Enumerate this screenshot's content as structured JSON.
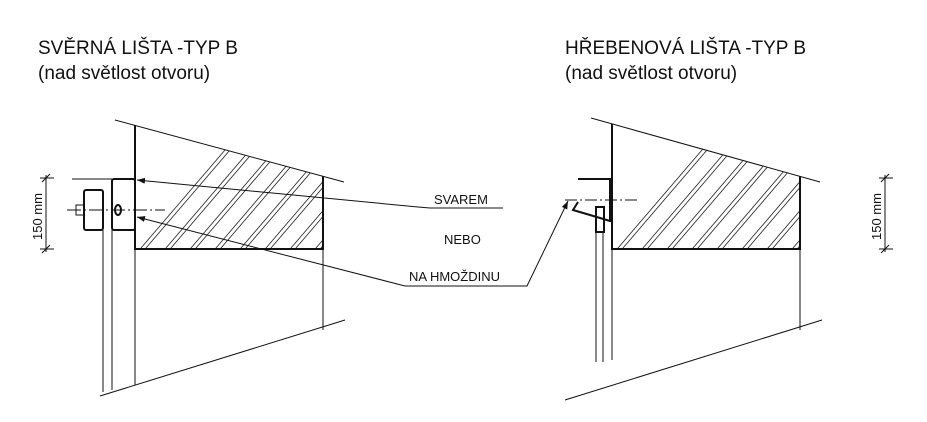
{
  "left": {
    "title": "SVĚRNÁ LIŠTA -TYP B",
    "subtitle": "(nad světlost otvoru)",
    "dimension": "150 mm"
  },
  "right": {
    "title": "HŘEBENOVÁ LIŠTA -TYP B",
    "subtitle": "(nad světlost otvoru)",
    "dimension": "150 mm"
  },
  "labels": {
    "weld": "SVAREM",
    "or": "NEBO",
    "anchor": "NA HMOŽDINU"
  }
}
